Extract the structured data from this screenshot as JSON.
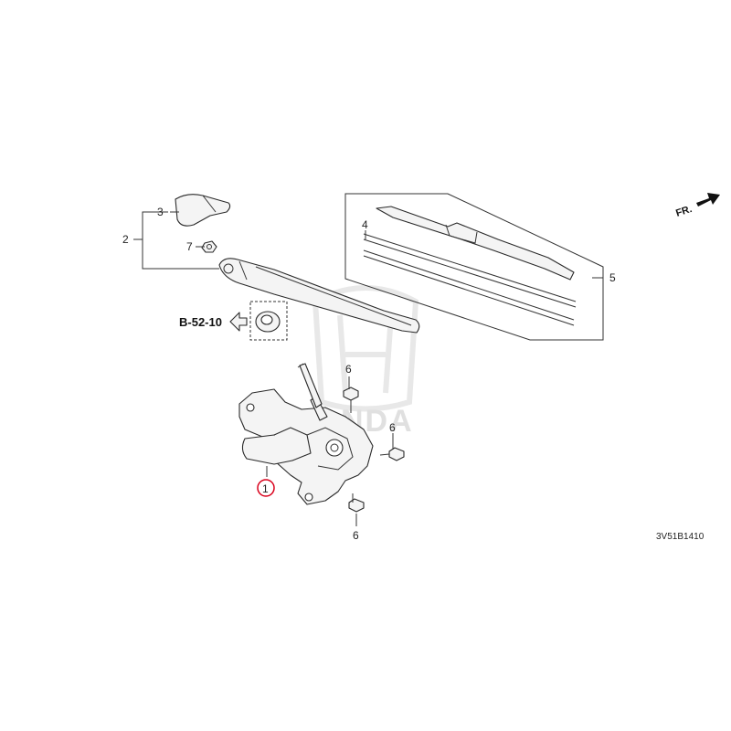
{
  "callouts": {
    "c1": "1",
    "c2": "2",
    "c3": "3",
    "c4": "4",
    "c5": "5",
    "c6a": "6",
    "c6b": "6",
    "c6c": "6",
    "c7": "7"
  },
  "reference": "B-52-10",
  "direction_label": "FR.",
  "diagram_code": "3V51B1410",
  "highlight_color": "#d9001b",
  "watermark": {
    "brand": "HONDA"
  }
}
